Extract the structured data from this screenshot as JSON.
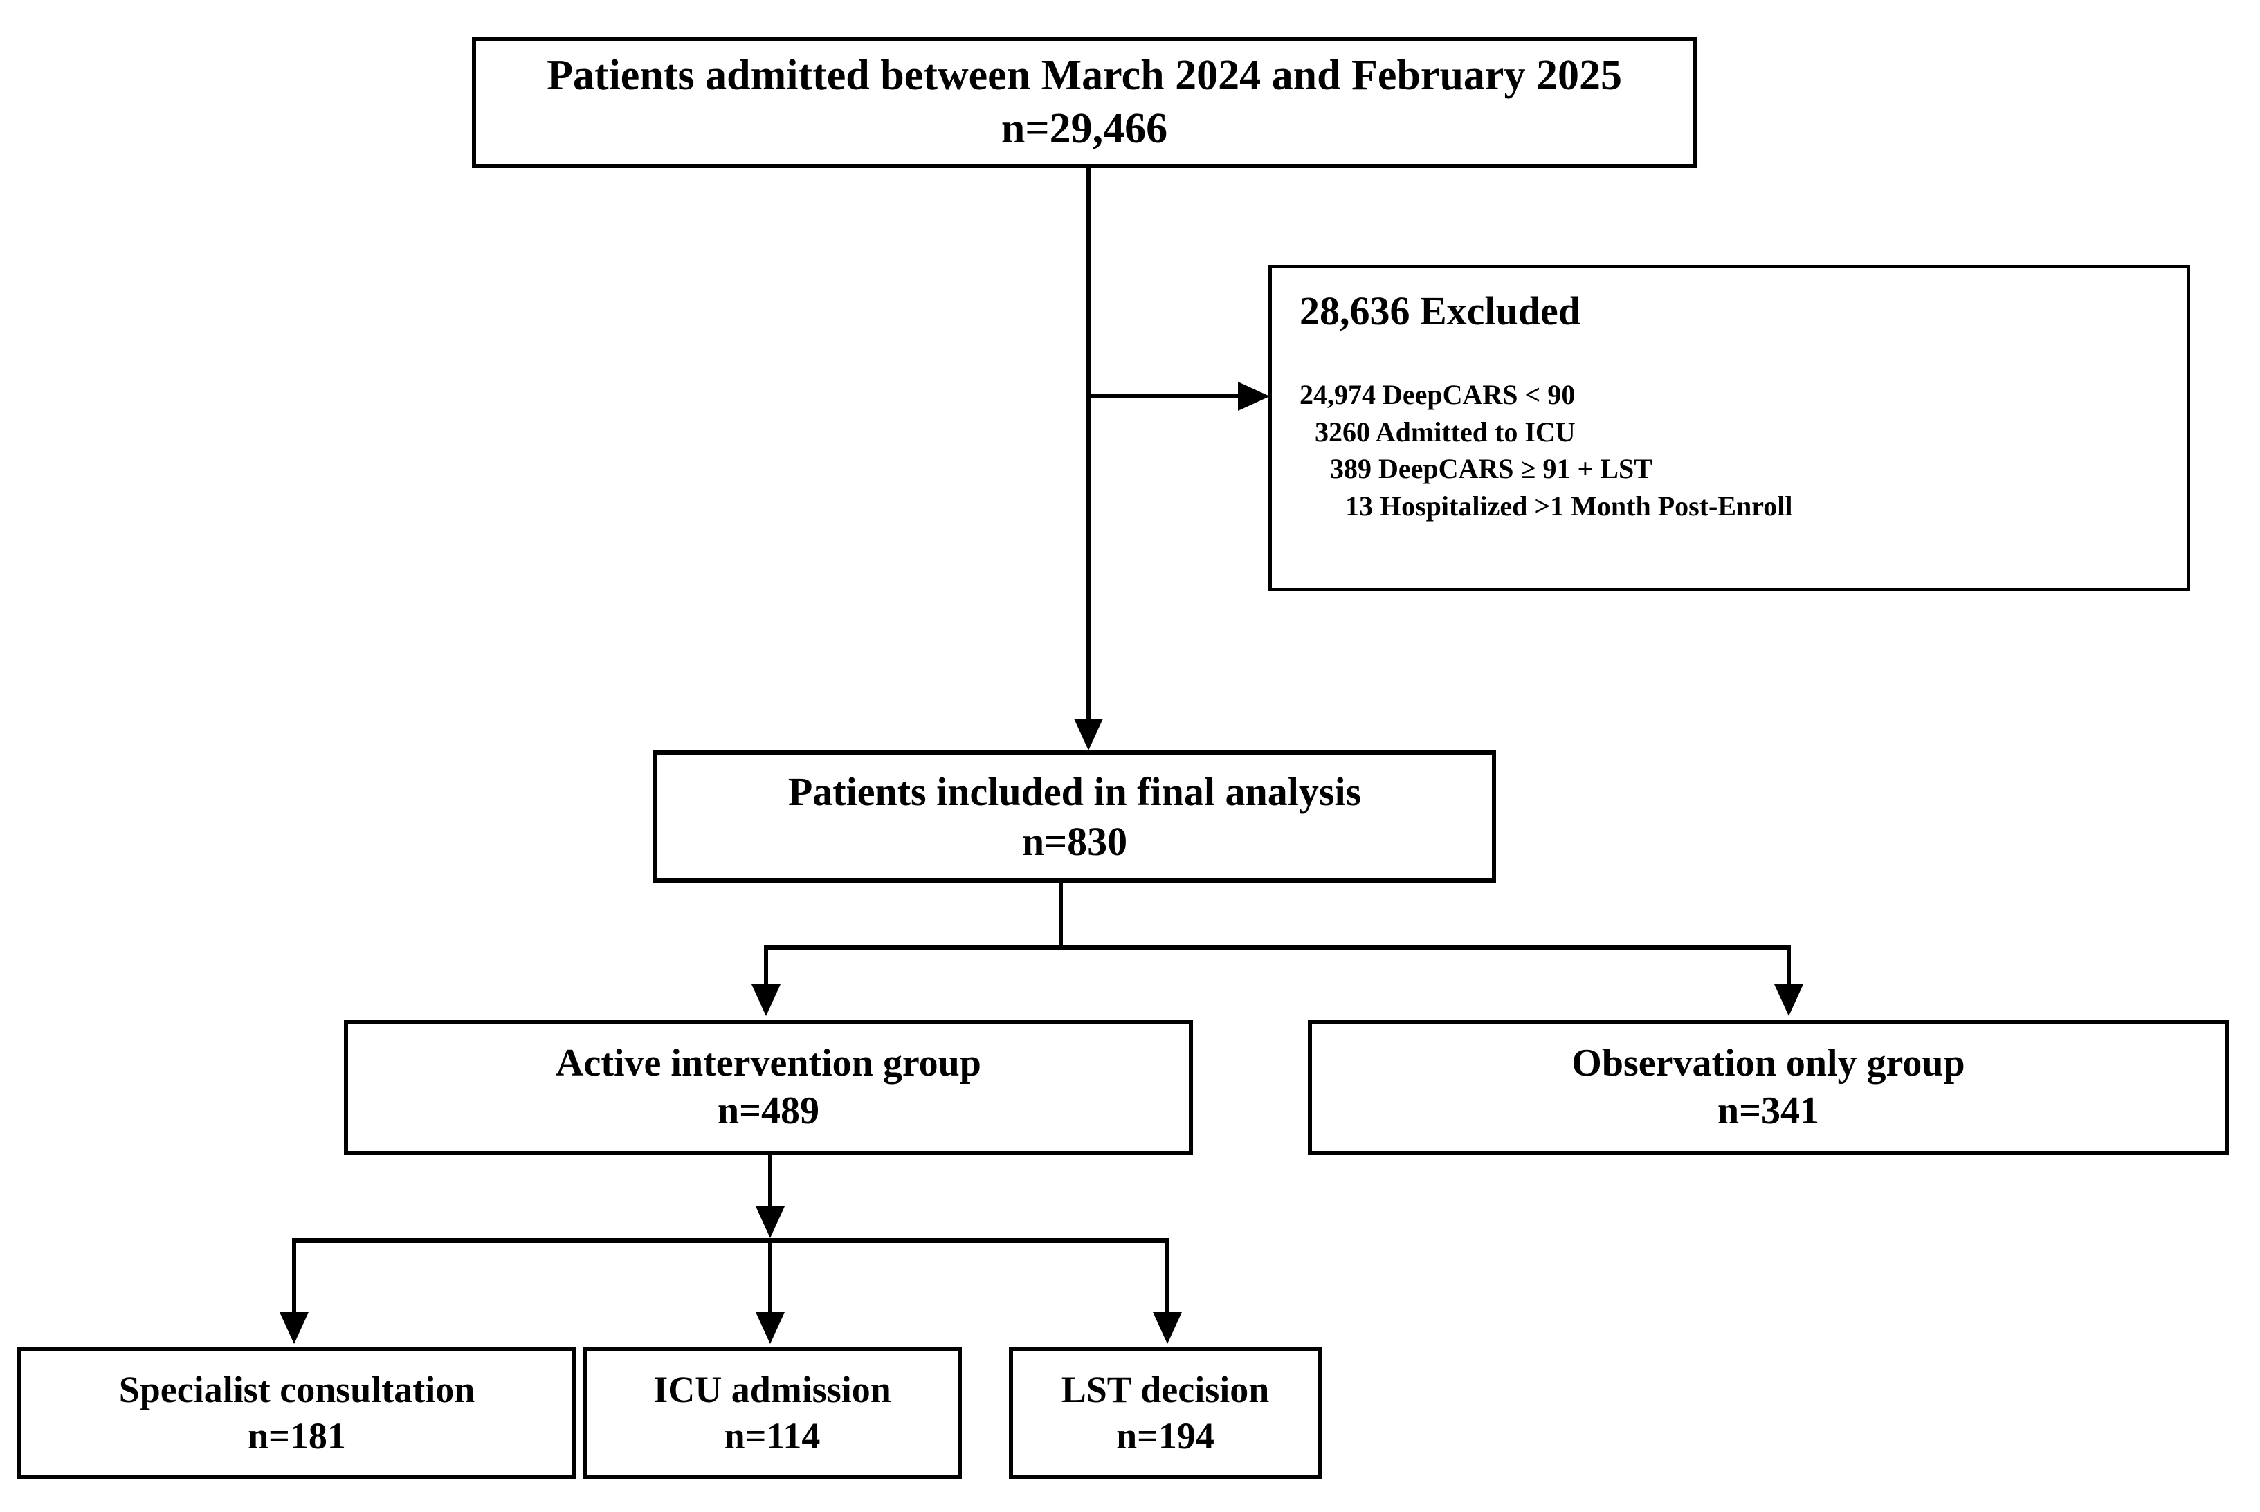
{
  "diagram": {
    "type": "study-flow-consort",
    "nodes": {
      "enrolled": {
        "title": "Patients admitted between March 2024 and February 2025",
        "count": "n=29,466"
      },
      "excluded": {
        "heading": "28,636 Excluded",
        "reasons": [
          "24,974 DeepCARS  < 90",
          "3260 Admitted   to ICU",
          "389 DeepCARS  ≥ 91 + LST",
          "13 Hospitalized  >1 Month  Post-Enroll"
        ]
      },
      "final_analysis": {
        "title": "Patients included in final analysis",
        "count": "n=830"
      },
      "active_intervention": {
        "title": "Active intervention group",
        "count": "n=489"
      },
      "observation_only": {
        "title": "Observation only group",
        "count": "n=341"
      },
      "specialist_consultation": {
        "title": "Specialist consultation",
        "count": "n=181"
      },
      "icu_admission": {
        "title": "ICU admission",
        "count": "n=114"
      },
      "lst_decision": {
        "title": "LST decision",
        "count": "n=194"
      }
    },
    "colors": {
      "stroke": "#000000",
      "fill": "#ffffff",
      "text": "#000000"
    }
  }
}
